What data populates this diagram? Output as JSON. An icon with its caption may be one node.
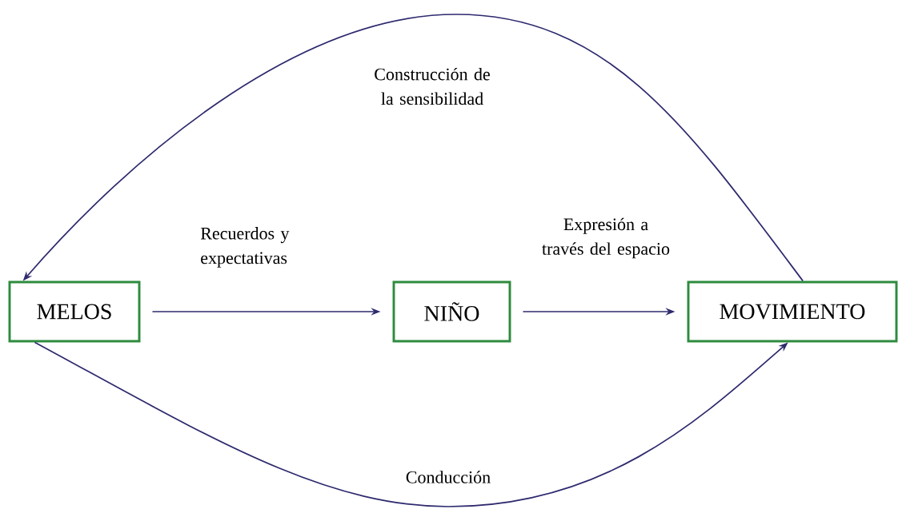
{
  "diagram": {
    "nodes": [
      {
        "text": [
          "MELOS"
        ]
      },
      {
        "text": [
          "NIÑO"
        ]
      },
      {
        "text": [
          "MOVIMIENTO"
        ]
      }
    ],
    "edges": [
      {
        "from": 0,
        "to": 1,
        "arrow": "to",
        "label": "Recuerdos y expectativas"
      },
      {
        "from": 1,
        "to": 2,
        "arrow": "to",
        "label": "Expresión a través del espacio"
      },
      {
        "from": 2,
        "to": 0,
        "arrow": "to",
        "label": "Construcción de la sensibilidad"
      },
      {
        "from": 0,
        "to": 2,
        "arrow": "to",
        "label": "Conducción"
      }
    ]
  }
}
